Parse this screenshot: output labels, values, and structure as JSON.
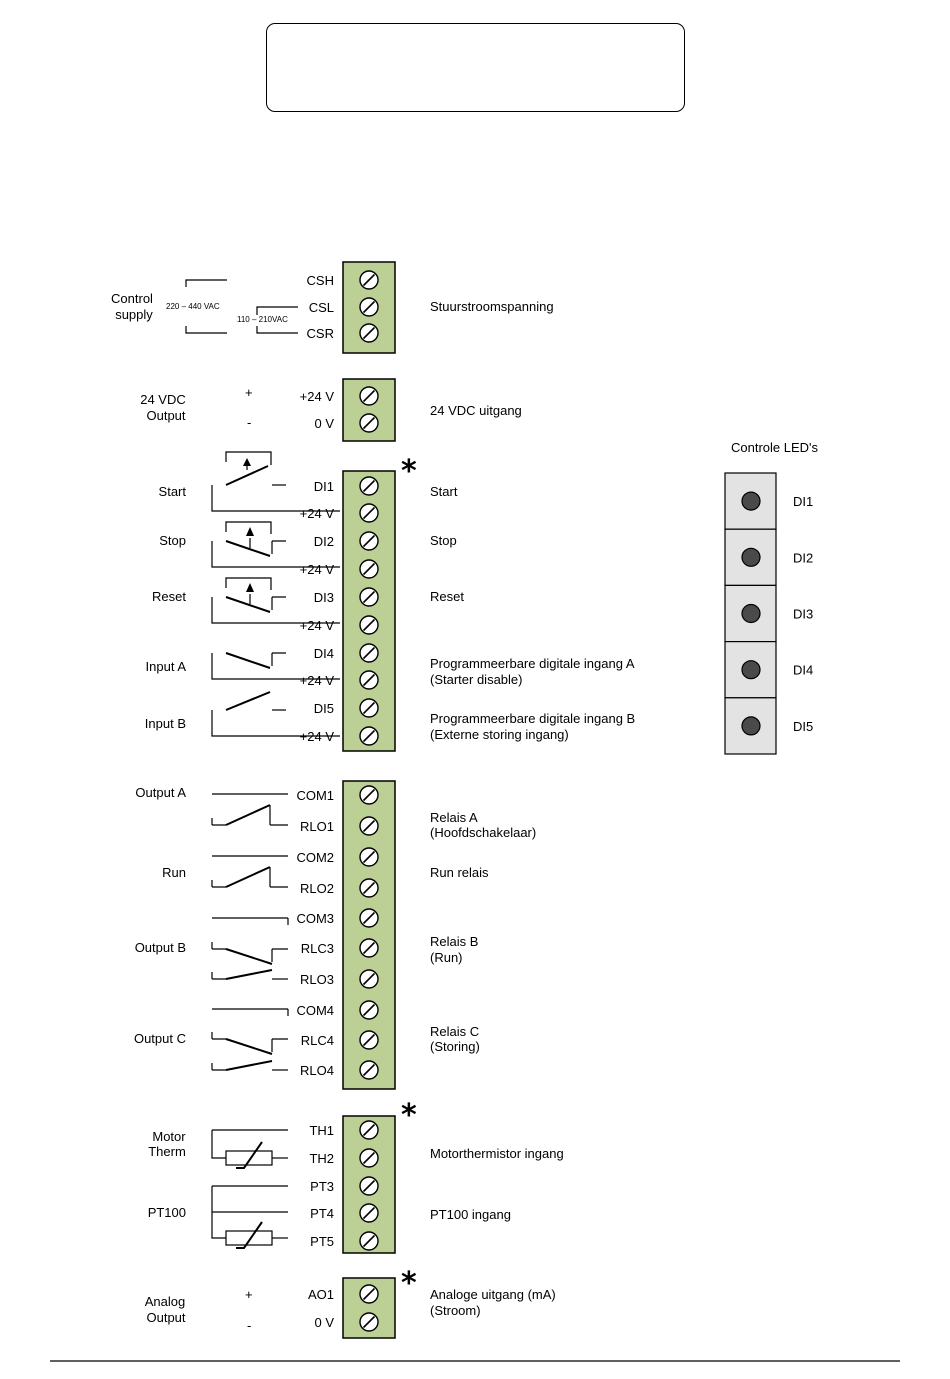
{
  "header_box": {
    "text": ""
  },
  "terminal_groups": [
    {
      "id": "control",
      "terminals": [
        "CSH",
        "CSL",
        "CSR"
      ]
    },
    {
      "id": "dc24",
      "terminals": [
        "+24 V",
        "0 V"
      ]
    },
    {
      "id": "digital",
      "terminals": [
        "DI1",
        "+24 V",
        "DI2",
        "+24 V",
        "DI3",
        "+24 V",
        "DI4",
        "+24 V",
        "DI5",
        "+24 V"
      ]
    },
    {
      "id": "relay",
      "terminals": [
        "COM1",
        "RLO1",
        "COM2",
        "RLO2",
        "COM3",
        "RLC3",
        "RLO3",
        "COM4",
        "RLC4",
        "RLO4"
      ]
    },
    {
      "id": "thermistor",
      "terminals": [
        "TH1",
        "TH2",
        "PT3",
        "PT4",
        "PT5"
      ]
    },
    {
      "id": "analog",
      "terminals": [
        "AO1",
        "0 V"
      ]
    }
  ],
  "left_labels": {
    "control_supply": [
      "Control",
      "supply"
    ],
    "vac_high": "220 – 440 VAC",
    "vac_low": "110 – 210VAC",
    "vdc_output": [
      "24 VDC",
      "Output"
    ],
    "plus": "+",
    "minus": "-",
    "start": "Start",
    "stop": "Stop",
    "reset": "Reset",
    "input_a": "Input A",
    "input_b": "Input B",
    "output_a": "Output A",
    "run": "Run",
    "output_b": "Output B",
    "output_c": "Output C",
    "motor_therm": [
      "Motor",
      "Therm"
    ],
    "pt100": "PT100",
    "analog_output": [
      "Analog",
      "Output"
    ]
  },
  "right_labels": {
    "stuurstroom": "Stuurstroomspanning",
    "vdc_uitgang": "24 VDC uitgang",
    "start": "Start",
    "stop": "Stop",
    "reset": "Reset",
    "input_a": [
      "Programmeerbare digitale ingang A",
      "(Starter disable)"
    ],
    "input_b": [
      "Programmeerbare digitale ingang B",
      "(Externe storing ingang)"
    ],
    "relais_a": [
      "Relais A",
      "(Hoofdschakelaar)"
    ],
    "run_relais": "Run relais",
    "relais_b": [
      "Relais B",
      "(Run)"
    ],
    "relais_c": [
      "Relais C",
      "(Storing)"
    ],
    "motorthermistor": "Motorthermistor ingang",
    "pt100": "PT100  ingang",
    "analoge": [
      "Analoge uitgang (mA)",
      "(Stroom)"
    ]
  },
  "asterisk": "*",
  "leds": {
    "title": "Controle LED's",
    "items": [
      "DI1",
      "DI2",
      "DI3",
      "DI4",
      "DI5"
    ]
  }
}
